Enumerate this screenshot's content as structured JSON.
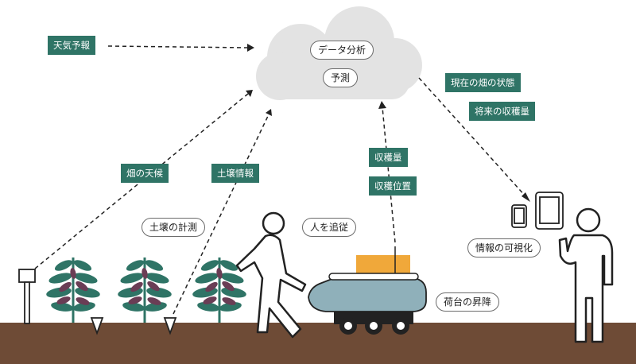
{
  "colors": {
    "tag_bg": "#2f7466",
    "cloud": "#e3e3e3",
    "ground": "#6e4b36",
    "robot_body": "#8fb0ba",
    "cargo_box": "#f0a83a",
    "leaf": "#2f7466",
    "eggplant": "#6a3d55"
  },
  "tags": {
    "weather": "天気予報",
    "field_state": "現在の畑の状態",
    "future_yield": "将来の収穫量",
    "field_weather": "畑の天候",
    "soil_info": "土壌情報",
    "yield": "収穫量",
    "harvest_position": "収穫位置"
  },
  "pills": {
    "data_analysis": "データ分析",
    "prediction": "予測",
    "soil_measure": "土壌の計測",
    "follow_person": "人を追従",
    "visualize": "情報の可視化",
    "cargo_lift": "荷台の昇降"
  }
}
